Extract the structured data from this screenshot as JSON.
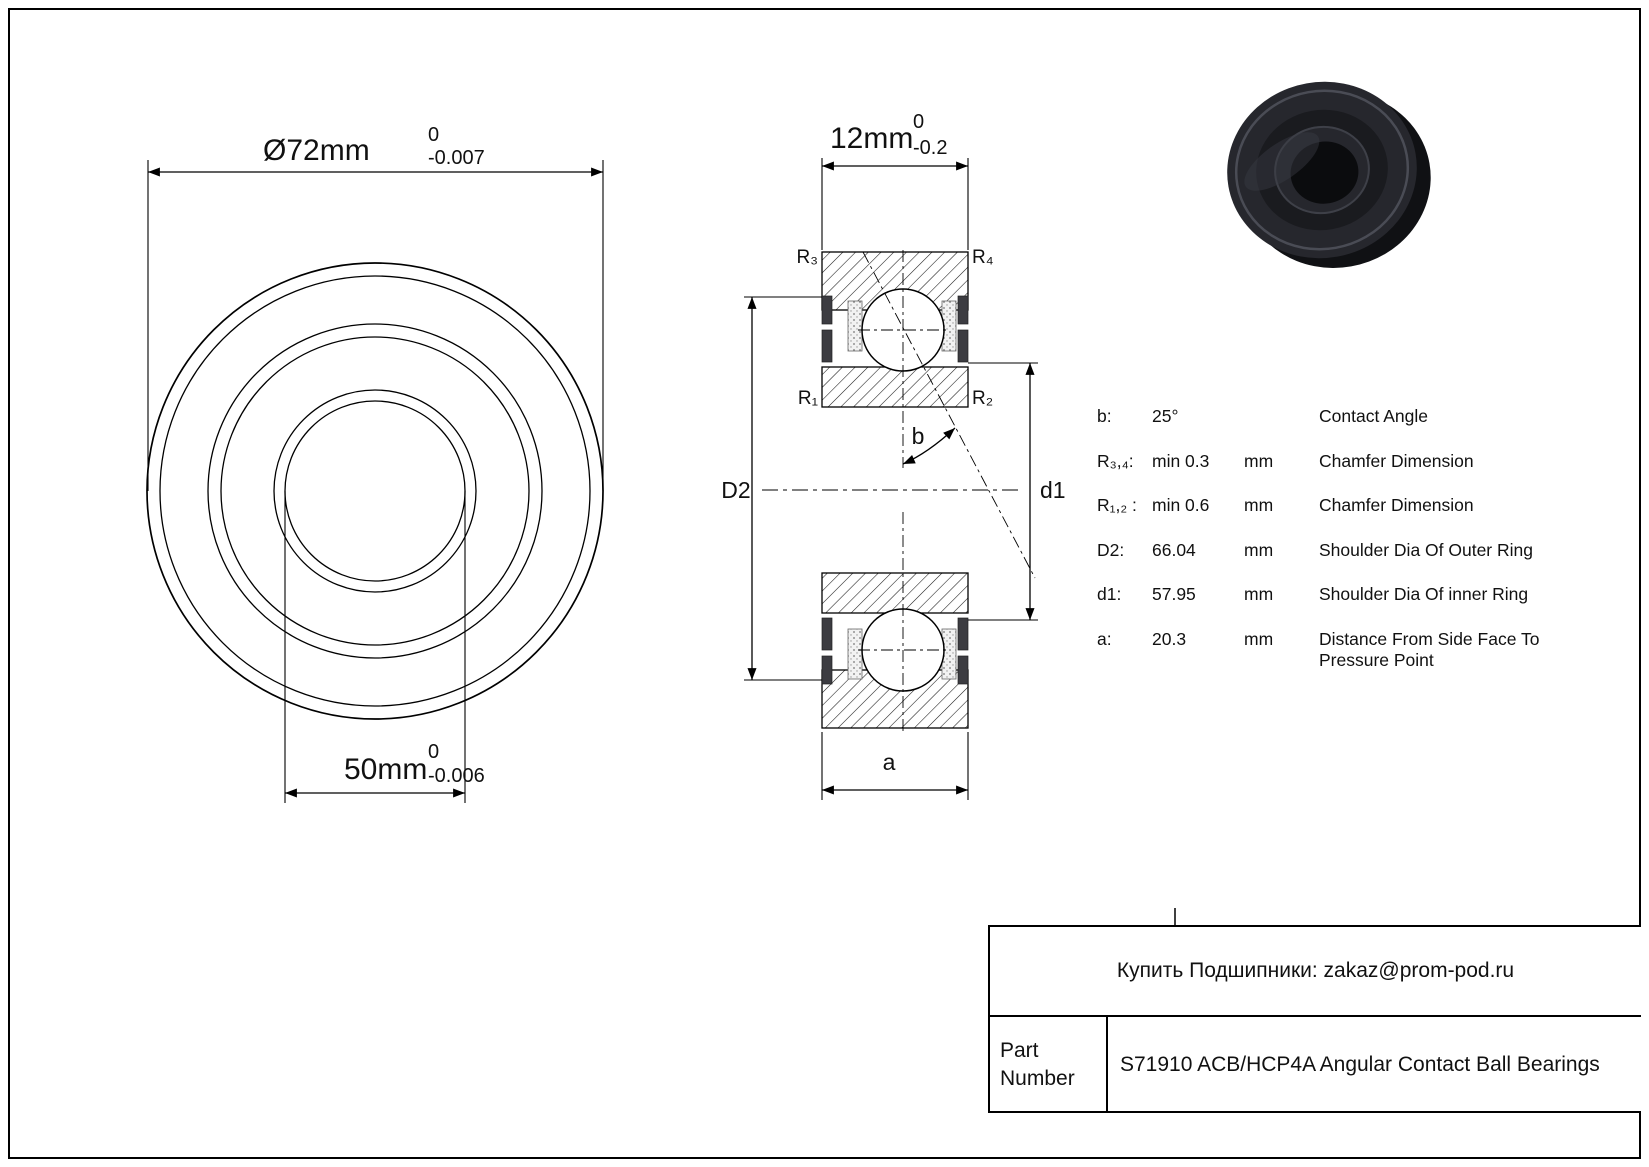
{
  "colors": {
    "drawing_line": "#000000",
    "background": "#ffffff",
    "bearing_photo_body": "#26272d"
  },
  "front_view": {
    "outer_dia": "Ø72mm",
    "outer_tol_top": "0",
    "outer_tol_bottom": "-0.007",
    "bore_dia": "50mm",
    "bore_tol_top": "0",
    "bore_tol_bottom": "-0.006"
  },
  "section_view": {
    "width": "12mm",
    "width_tol_top": "0",
    "width_tol_bottom": "-0.2",
    "r3": "R₃",
    "r4": "R₄",
    "r1": "R₁",
    "r2": "R₂",
    "d2": "D2",
    "d1": "d1",
    "b": "b",
    "a": "a"
  },
  "spec_table": {
    "rows": [
      {
        "param": "b:",
        "value": "25°",
        "unit": "",
        "desc": "Contact Angle"
      },
      {
        "param": "R₃,₄:",
        "value": "min 0.3",
        "unit": "mm",
        "desc": "Chamfer Dimension"
      },
      {
        "param": "R₁,₂ :",
        "value": "min 0.6",
        "unit": "mm",
        "desc": "Chamfer Dimension"
      },
      {
        "param": "D2:",
        "value": "66.04",
        "unit": "mm",
        "desc": "Shoulder Dia Of Outer Ring"
      },
      {
        "param": "d1:",
        "value": "57.95",
        "unit": "mm",
        "desc": "Shoulder Dia Of inner Ring"
      },
      {
        "param": "a:",
        "value": "20.3",
        "unit": "mm",
        "desc": "Distance From Side Face To Pressure Point"
      }
    ]
  },
  "footer": {
    "contact_text": "Купить Подшипники: zakaz@prom-pod.ru",
    "part_label": "Part Number",
    "part_number": "S71910 ACB/HCP4A Angular Contact Ball Bearings"
  }
}
